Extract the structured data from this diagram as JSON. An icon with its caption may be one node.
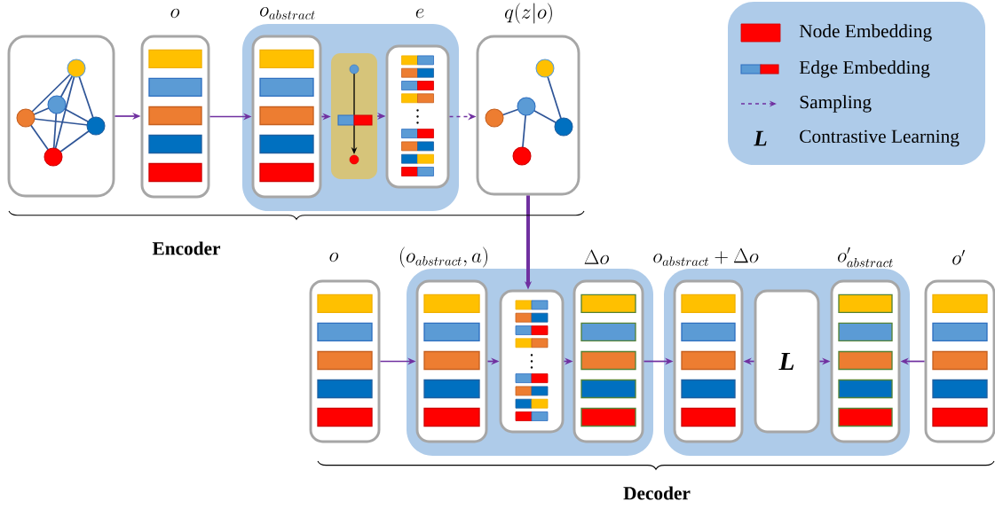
{
  "diagram": {
    "nodes": [
      {
        "text": [],
        "shape": "picture"
      },
      {
        "text": [
          "o"
        ]
      },
      {
        "text": [],
        "shape": "box"
      },
      {
        "text": [
          "o_{abstract}"
        ],
        "in": 2
      },
      {
        "text": [],
        "shape": "box",
        "in": 2
      },
      {
        "text": [
          "e"
        ],
        "in": 2
      },
      {
        "text": [
          "q(z|o)"
        ]
      },
      {
        "text": [
          "o"
        ]
      },
      {
        "text": [],
        "shape": "box"
      },
      {
        "text": [
          "(o_{abstract}, a)"
        ],
        "in": 8
      },
      {
        "text": [],
        "shape": "box",
        "in": 8
      },
      {
        "text": [
          "\\Delta o"
        ],
        "in": 8
      },
      {
        "text": [],
        "shape": "box"
      },
      {
        "text": [
          "o_{abstract} + \\Delta o"
        ],
        "in": 12
      },
      {
        "text": [
          "L"
        ],
        "in": 12
      },
      {
        "text": [
          "o'_{abstract}"
        ],
        "in": 12
      },
      {
        "text": [
          "o'"
        ]
      }
    ],
    "edges": [
      {
        "from": 0,
        "to": 1,
        "arrow": "to"
      },
      {
        "from": 1,
        "to": 3,
        "arrow": "to"
      },
      {
        "from": 3,
        "to": 4,
        "arrow": "to"
      },
      {
        "from": 4,
        "to": 5,
        "arrow": "to"
      },
      {
        "from": 5,
        "to": 6,
        "arrow": "to",
        "style": "dashed"
      },
      {
        "from": 6,
        "to": 10,
        "arrow": "to",
        "style": "thick"
      },
      {
        "from": 7,
        "to": 9,
        "arrow": "to"
      },
      {
        "from": 9,
        "to": 10,
        "arrow": "to"
      },
      {
        "from": 10,
        "to": 11,
        "arrow": "to"
      },
      {
        "from": 11,
        "to": 13,
        "arrow": "to"
      },
      {
        "from": 14,
        "to": 13,
        "arrow": "to"
      },
      {
        "from": 14,
        "to": 15,
        "arrow": "to"
      },
      {
        "from": 16,
        "to": 15,
        "arrow": "to"
      }
    ],
    "labels": [
      "L",
      "Encoder",
      "Decoder"
    ],
    "legend": [
      {
        "text": "Node Embedding",
        "color": "#ff0000"
      },
      {
        "text": "Edge Embedding"
      },
      {
        "text": "Sampling"
      },
      {
        "text": "Contrastive Learning"
      }
    ]
  }
}
